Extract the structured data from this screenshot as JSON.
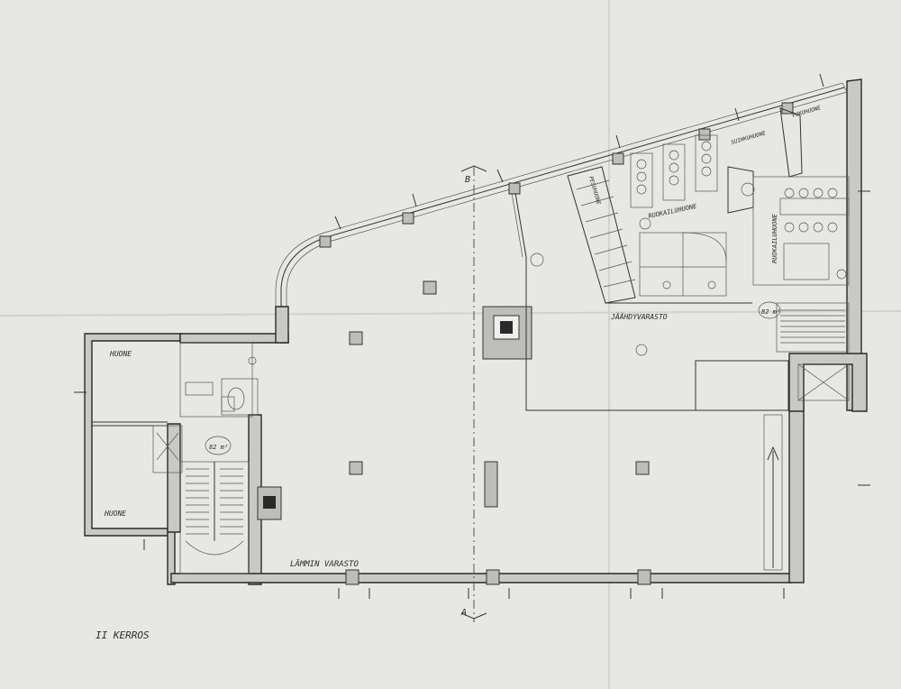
{
  "drawing": {
    "floor_title": "II KERROS",
    "section_marker_top": "B",
    "section_marker_bottom": "A",
    "rooms": {
      "huone_top": "HUONE",
      "huone_bottom": "HUONE",
      "warm_storage": "LÄMMIN VARASTO",
      "cold_storage": "JÄÄHDYVARASTO",
      "dining_room_1": "RUOKAILUHUONE",
      "dining_room_2": "RUOKAILUHUONE",
      "wash_room": "PESUHUONE",
      "shower_room": "SUIHKUHUONE",
      "change_room": "PUKUHUONE"
    },
    "stair_areas": {
      "left": "82 m²",
      "right": "82 m²"
    }
  }
}
